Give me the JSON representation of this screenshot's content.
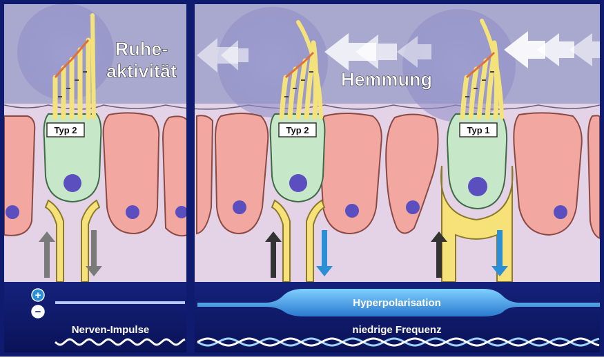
{
  "left_panel": {
    "title_line1": "Ruhe-",
    "title_line2": "aktivität",
    "cell_label": "Typ 2",
    "impulse_label": "Nerven-Impulse"
  },
  "right_panel": {
    "title": "Hemmung",
    "cell_labels": [
      "Typ 2",
      "Typ 1"
    ],
    "potential_label": "Hyperpolarisation",
    "impulse_label": "niedrige Frequenz"
  },
  "legend": {
    "plus_symbol": "+",
    "minus_symbol": "−"
  },
  "colors": {
    "fluid": "#a9a8cf",
    "membrane": "#e4d2e6",
    "support_cell": "#f2a7a0",
    "hair_cell": "#c7e8c8",
    "nucleus": "#5b4fbf",
    "hair_bundle": "#f4e27a",
    "tip_link": "#e0703a",
    "nerve": "#f7e27a",
    "bottom_band": "#0f1b6e",
    "afferent_arrow": "#333333",
    "efferent_arrow": "#2b8fd6",
    "resting_arrow": "#7a7a7a",
    "flow_arrow": "#ffffff"
  }
}
